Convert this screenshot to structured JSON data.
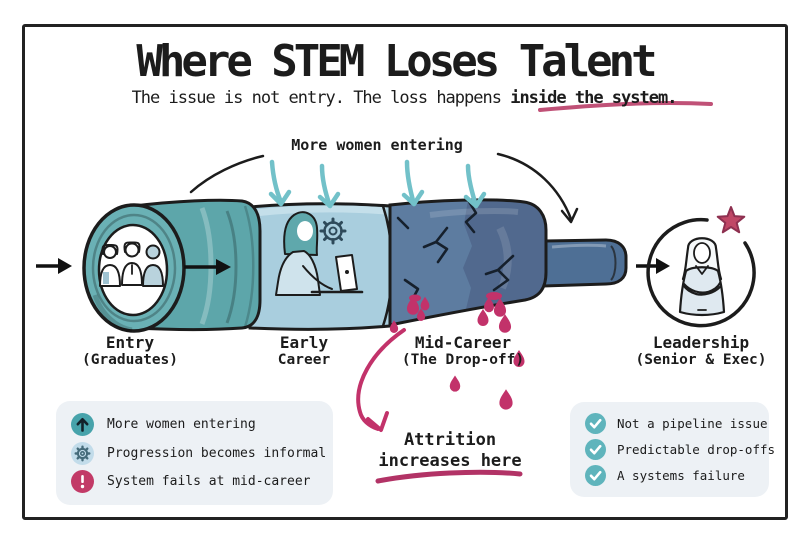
{
  "header": {
    "title": "Where STEM Loses Talent",
    "subtitle_prefix": "The issue is not entry. The loss happens ",
    "subtitle_emphasis": "inside the system."
  },
  "flow": {
    "top_label": "More women entering",
    "attrition_line1": "Attrition",
    "attrition_line2": "increases here"
  },
  "stages": [
    {
      "line1": "Entry",
      "line2": "(Graduates)"
    },
    {
      "line1": "Early",
      "line2": "Career"
    },
    {
      "line1": "Mid-Career",
      "line2": "(The Drop-off)"
    },
    {
      "line1": "Leadership",
      "line2": "(Senior & Exec)"
    }
  ],
  "left_panel": {
    "items": [
      {
        "icon": "up-arrow-icon",
        "label": "More women entering"
      },
      {
        "icon": "gear-icon",
        "label": "Progression becomes informal"
      },
      {
        "icon": "alert-icon",
        "label": "System fails at mid-career"
      }
    ]
  },
  "right_panel": {
    "items": [
      {
        "icon": "check-icon",
        "label": "Not a pipeline issue"
      },
      {
        "icon": "check-icon",
        "label": "Predictable drop-offs"
      },
      {
        "icon": "check-icon",
        "label": "A systems failure"
      }
    ]
  },
  "colors": {
    "ink": "#1c1c1c",
    "entry_teal": "#5da6aa",
    "ring_teal": "#6ab1b5",
    "early_blue": "#a9cede",
    "mid_slate": "#5d7ca0",
    "mid_slate_dark": "#51698e",
    "nozzle_slate": "#4e6f95",
    "leak_pink": "#c2326a",
    "underline_pink": "#c05177",
    "inflow_teal": "#72c1c9",
    "panel_bg": "#edf1f5",
    "check_teal": "#5fb4bc",
    "star_red": "#c04766"
  }
}
